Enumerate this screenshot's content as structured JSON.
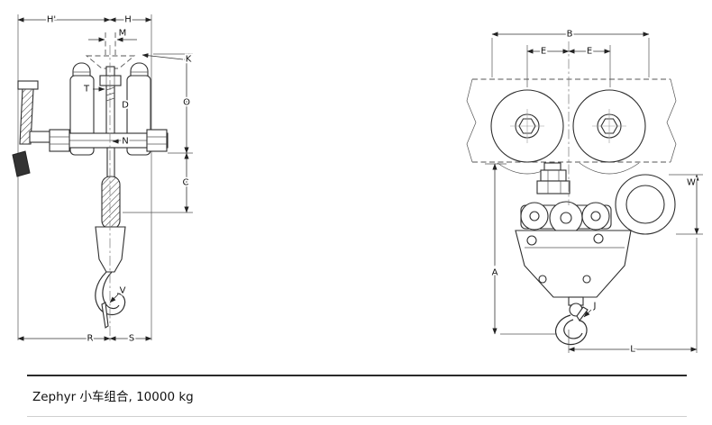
{
  "caption": {
    "text": "Zephyr 小车组合, 10000 kg"
  },
  "side_view": {
    "dims": {
      "h_prime": "H'",
      "h": "H",
      "m": "M",
      "k": "K",
      "t": "T",
      "d": "D",
      "o": "O",
      "n": "N",
      "c": "C",
      "v": "V",
      "r": "R",
      "s": "S"
    }
  },
  "front_view": {
    "dims": {
      "b": "B",
      "e_left": "E",
      "e_right": "E",
      "w": "W",
      "a": "A",
      "j": "J",
      "l": "L"
    }
  }
}
